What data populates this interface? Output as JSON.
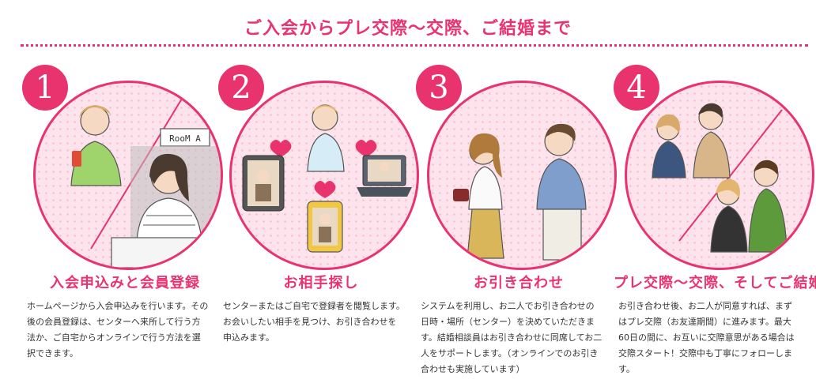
{
  "header": {
    "title": "ご入会からプレ交際～交際、ご結婚まで"
  },
  "colors": {
    "accent": "#e8336f",
    "circle_fill": "#fde4ec"
  },
  "steps": [
    {
      "number": "1",
      "title": "入会申込みと会員登録",
      "description": "ホームページから入会申込みを行います。その後の会員登録は、センターへ来所して行う方法か、ご自宅からオンラインで行う方法を選択できます。",
      "sign_text": "RooM A"
    },
    {
      "number": "2",
      "title": "お相手探し",
      "description": "センターまたはご自宅で登録者を閲覧します。お会いしたい相手を見つけ、お引き合わせを申込みます。"
    },
    {
      "number": "3",
      "title": "お引き合わせ",
      "description": "システムを利用し、お二人でお引き合わせの日時・場所（センター）を決めていただきます。結婚相談員はお引き合わせに同席してお二人をサポートします。（オンラインでのお引き合わせも実施しています）"
    },
    {
      "number": "4",
      "title": "プレ交際～交際、そしてご結婚",
      "description": "お引き合わせ後、お二人が同意すれば、まずはプレ交際（お友達期間）に進みます。最大60日の間に、お互いに交際意思がある場合は交際スタート！交際中も丁寧にフォローします。"
    }
  ]
}
